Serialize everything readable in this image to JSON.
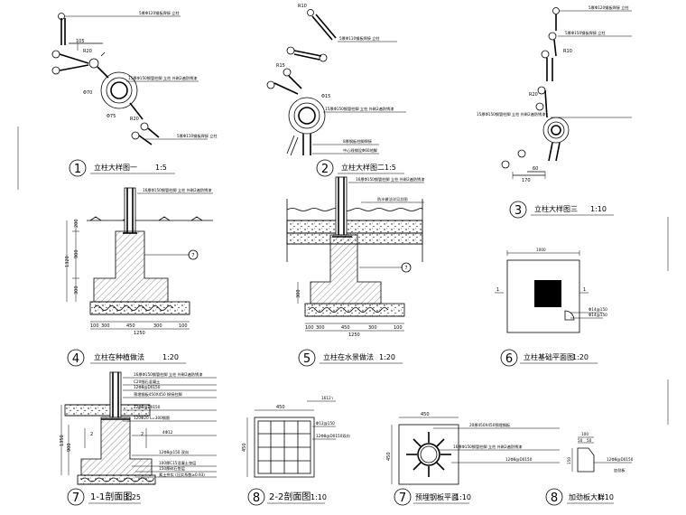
{
  "drawings": {
    "d1": {
      "num": "1",
      "title": "立柱大样图一",
      "scale": "1:5",
      "notes": [
        "5厚Φ120钢板焊接 立柱",
        "15厚Φ150钢管柱脚 立柱 外刷2遍防锈漆",
        "5厚Φ110钢板焊接 立柱"
      ],
      "dims": [
        "105",
        "R20",
        "R20",
        "Φ70",
        "Φ75"
      ]
    },
    "d2": {
      "num": "2",
      "title": "立柱大样图二",
      "scale": "1:5",
      "notes": [
        "5厚Φ110钢板焊接 立柱",
        "15厚Φ150钢管柱脚 立柱 外刷2遍防锈漆",
        "8厚钢板柱脚焊接",
        "中心线铺设Φ60地脚"
      ],
      "dims": [
        "R10",
        "R15",
        "Φ15"
      ]
    },
    "d3": {
      "num": "3",
      "title": "立柱大样图三",
      "scale": "1:10",
      "notes": [
        "5厚Φ120钢板焊接 立柱",
        "5厚Φ150钢板焊接 立柱",
        "15厚Φ150钢管柱脚 立柱 外刷2遍防锈漆"
      ],
      "dims": [
        "R10",
        "R20",
        "170",
        "60"
      ]
    },
    "d4": {
      "num": "4",
      "title": "立柱在种植做法",
      "scale": "1:20",
      "notes": [
        "16厚Φ150钢管柱脚 立柱 外刷2遍防锈漆"
      ],
      "dims": [
        "200",
        "1320",
        "900",
        "300",
        "100",
        "300",
        "450",
        "300",
        "100",
        "1250"
      ],
      "ref": "7"
    },
    "d5": {
      "num": "5",
      "title": "立柱在水景做法",
      "scale": "1:20",
      "notes": [
        "16厚Φ150钢管柱脚 立柱 外刷2遍防锈漆",
        "防水做法详见总图"
      ],
      "dims": [
        "300",
        "100",
        "300",
        "450",
        "300",
        "100",
        "1250"
      ],
      "ref": "7"
    },
    "d6": {
      "num": "6",
      "title": "立柱基础平面图",
      "scale": "1:20",
      "notes": [
        "Φ14@150",
        "Φ14@150"
      ],
      "dims": [
        "1000",
        "1",
        "1"
      ]
    },
    "d7": {
      "num": "7",
      "title": "1-1剖面图",
      "scale": "1:25",
      "notes": [
        "16厚Φ150钢管柱脚 立柱 外刷2遍防锈漆",
        "C20细石混凝土",
        "12Φ8@D0150",
        "预埋钢板450X450 焊接柱脚",
        "12Φ8@D0150",
        "120Φ20 L=300钢筋",
        "4Φ12",
        "12Φ8@150 双向",
        "100厚C15混凝土垫层",
        "150厚碎石垫层",
        "素土夯实 (压实系数≥0.93)"
      ],
      "dims": [
        "1350",
        "900",
        "2",
        "2"
      ]
    },
    "d8": {
      "num": "8",
      "title": "2-2剖面图",
      "scale": "1:10",
      "notes": [
        "16ר12",
        "Φ12@150",
        "12Φ8@D0150双向"
      ],
      "dims": [
        "450",
        "450"
      ]
    },
    "d9": {
      "num": "7",
      "title": "预埋钢板平面",
      "scale": "1:10",
      "notes": [
        "20厚450X450预埋钢板",
        "16厚Φ150钢管柱脚 立柱 外刷2遍防锈漆",
        "12Φ8@D0150"
      ],
      "dims": [
        "450",
        "450"
      ]
    },
    "d10": {
      "num": "8",
      "title": "加劲板大样",
      "scale": "1:10",
      "notes": [
        "12Φ8@D0150",
        "加劲板"
      ],
      "dims": [
        "100",
        "50",
        "50",
        "150"
      ]
    }
  }
}
